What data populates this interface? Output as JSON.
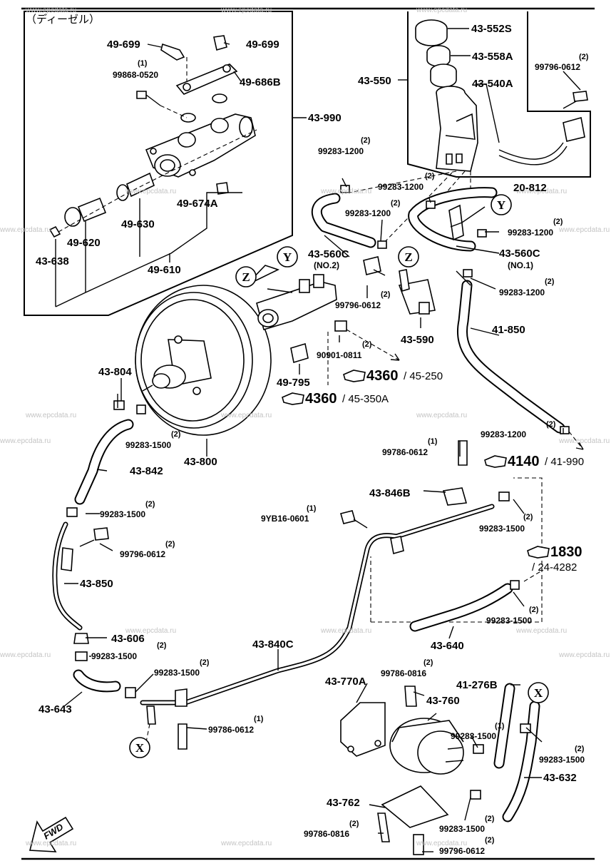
{
  "diagram": {
    "title": "（ディーゼル）",
    "watermark": "www.epcdata.ru",
    "fwd_label": "FWD",
    "callouts": [
      {
        "id": "x1",
        "letter": "X"
      },
      {
        "id": "x2",
        "letter": "X"
      },
      {
        "id": "y1",
        "letter": "Y"
      },
      {
        "id": "y2",
        "letter": "Y"
      },
      {
        "id": "z1",
        "letter": "Z"
      },
      {
        "id": "z2",
        "letter": "Z"
      }
    ],
    "page_refs": [
      {
        "id": "ref-4360-a",
        "num": "4360",
        "sub": "/ 45-250"
      },
      {
        "id": "ref-4360-b",
        "num": "4360",
        "sub": "/ 45-350A"
      },
      {
        "id": "ref-4140",
        "num": "4140",
        "sub": "/ 41-990"
      },
      {
        "id": "ref-1830",
        "num": "1830",
        "sub": "/ 24-4282"
      }
    ],
    "parts": [
      {
        "id": "p49-699a",
        "code": "49-699"
      },
      {
        "id": "p49-699b",
        "code": "49-699"
      },
      {
        "id": "p99868",
        "code": "99868-0520",
        "qty": "(1)"
      },
      {
        "id": "p49-686B",
        "code": "49-686B"
      },
      {
        "id": "p43-990",
        "code": "43-990"
      },
      {
        "id": "p49-674A",
        "code": "49-674A"
      },
      {
        "id": "p49-630",
        "code": "49-630"
      },
      {
        "id": "p49-620",
        "code": "49-620"
      },
      {
        "id": "p43-638",
        "code": "43-638"
      },
      {
        "id": "p49-610",
        "code": "49-610"
      },
      {
        "id": "p43-552S",
        "code": "43-552S"
      },
      {
        "id": "p43-558A",
        "code": "43-558A"
      },
      {
        "id": "p43-550",
        "code": "43-550"
      },
      {
        "id": "p43-540A",
        "code": "43-540A"
      },
      {
        "id": "p99796-tr",
        "code": "99796-0612",
        "qty": "(2)"
      },
      {
        "id": "p99283-a",
        "code": "99283-1200",
        "qty": "(2)"
      },
      {
        "id": "p99283-b",
        "code": "99283-1200",
        "qty": "(2)"
      },
      {
        "id": "p99283-c",
        "code": "99283-1200",
        "qty": "(2)"
      },
      {
        "id": "p20-812",
        "code": "20-812"
      },
      {
        "id": "p99283-d",
        "code": "99283-1200",
        "qty": "(2)"
      },
      {
        "id": "p43-560C-2",
        "code": "43-560C",
        "note": "(NO.2)"
      },
      {
        "id": "p43-560C-1",
        "code": "43-560C",
        "note": "(NO.1)"
      },
      {
        "id": "p99283-e",
        "code": "99283-1200",
        "qty": "(2)"
      },
      {
        "id": "p99796-m",
        "code": "99796-0612",
        "qty": "(2)"
      },
      {
        "id": "p43-590",
        "code": "43-590"
      },
      {
        "id": "p41-850",
        "code": "41-850"
      },
      {
        "id": "p90901",
        "code": "90901-0811",
        "qty": "(2)"
      },
      {
        "id": "p49-795",
        "code": "49-795"
      },
      {
        "id": "p43-804",
        "code": "43-804"
      },
      {
        "id": "p99283-1500a",
        "code": "99283-1500",
        "qty": "(2)"
      },
      {
        "id": "p43-800",
        "code": "43-800"
      },
      {
        "id": "p99283-f",
        "code": "99283-1200",
        "qty": "(2)"
      },
      {
        "id": "p99786-a",
        "code": "99786-0612",
        "qty": "(1)"
      },
      {
        "id": "p43-842",
        "code": "43-842"
      },
      {
        "id": "p43-846B",
        "code": "43-846B"
      },
      {
        "id": "p99283-1500b",
        "code": "99283-1500",
        "qty": "(2)"
      },
      {
        "id": "p9YB16",
        "code": "9YB16-0601",
        "qty": "(1)"
      },
      {
        "id": "p99283-1500c",
        "code": "99283-1500",
        "qty": "(2)"
      },
      {
        "id": "p99796-l",
        "code": "99796-0612",
        "qty": "(2)"
      },
      {
        "id": "p43-850",
        "code": "43-850"
      },
      {
        "id": "p99283-1500d",
        "code": "99283-1500",
        "qty": "(2)"
      },
      {
        "id": "p43-640",
        "code": "43-640"
      },
      {
        "id": "p43-606",
        "code": "43-606"
      },
      {
        "id": "p99283-1500e",
        "code": "99283-1500",
        "qty": "(2)"
      },
      {
        "id": "p43-840C",
        "code": "43-840C"
      },
      {
        "id": "p99283-1500f",
        "code": "99283-1500",
        "qty": "(2)"
      },
      {
        "id": "p43-643",
        "code": "43-643"
      },
      {
        "id": "p99786-b",
        "code": "99786-0612",
        "qty": "(1)"
      },
      {
        "id": "p43-770A",
        "code": "43-770A"
      },
      {
        "id": "p99786-0816a",
        "code": "99786-0816",
        "qty": "(2)"
      },
      {
        "id": "p43-760",
        "code": "43-760"
      },
      {
        "id": "p41-276B",
        "code": "41-276B"
      },
      {
        "id": "p99283-1500g",
        "code": "99283-1500",
        "qty": "(1)"
      },
      {
        "id": "p99283-1500h",
        "code": "99283-1500",
        "qty": "(2)"
      },
      {
        "id": "p43-632",
        "code": "43-632"
      },
      {
        "id": "p43-762",
        "code": "43-762"
      },
      {
        "id": "p99786-0816b",
        "code": "99786-0816",
        "qty": "(2)"
      },
      {
        "id": "p99283-1500i",
        "code": "99283-1500",
        "qty": "(2)"
      },
      {
        "id": "p99796-b",
        "code": "99796-0612",
        "qty": "(2)"
      }
    ]
  }
}
